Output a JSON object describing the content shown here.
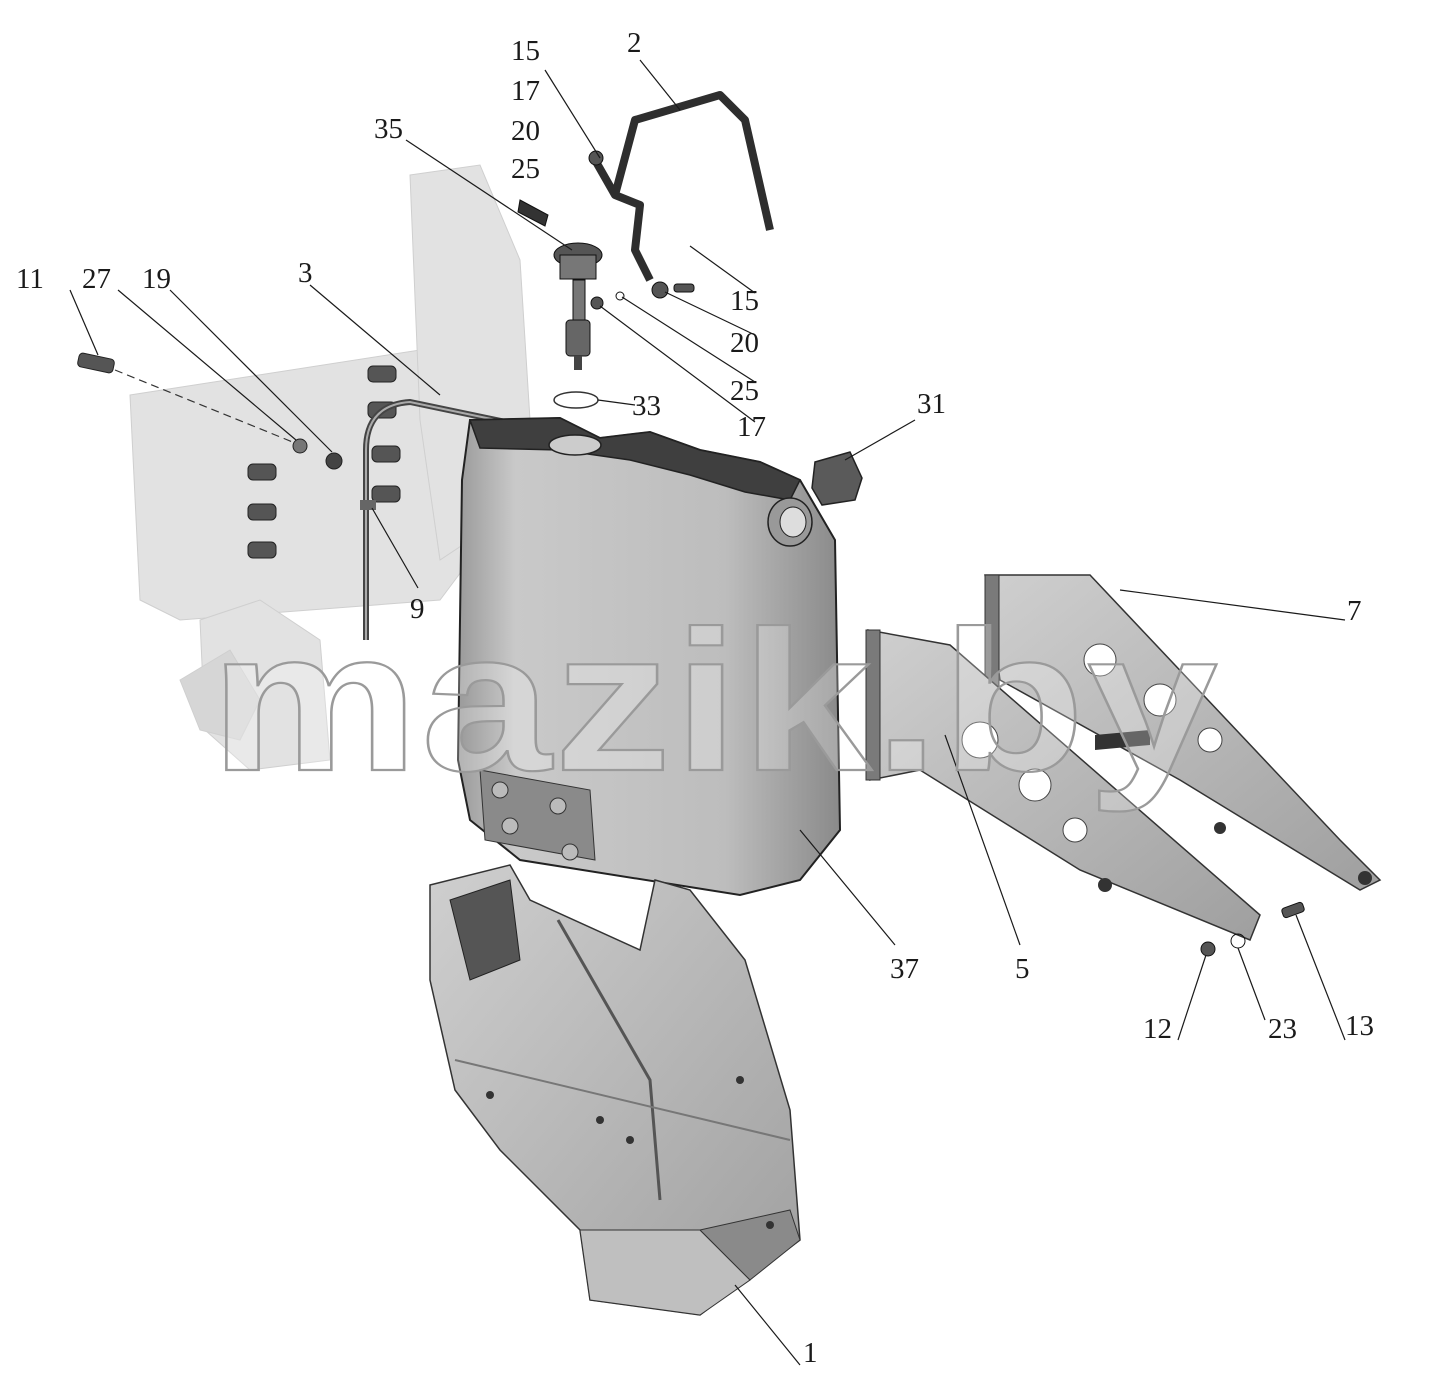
{
  "watermark": "mazik.by",
  "callouts": [
    {
      "id": "c1",
      "text": "1"
    },
    {
      "id": "c2",
      "text": "2"
    },
    {
      "id": "c3",
      "text": "3"
    },
    {
      "id": "c5",
      "text": "5"
    },
    {
      "id": "c7",
      "text": "7"
    },
    {
      "id": "c9",
      "text": "9"
    },
    {
      "id": "c11",
      "text": "11"
    },
    {
      "id": "c12",
      "text": "12"
    },
    {
      "id": "c13",
      "text": "13"
    },
    {
      "id": "c15a",
      "text": "15"
    },
    {
      "id": "c17a",
      "text": "17"
    },
    {
      "id": "c20a",
      "text": "20"
    },
    {
      "id": "c25a",
      "text": "25"
    },
    {
      "id": "c15b",
      "text": "15"
    },
    {
      "id": "c20b",
      "text": "20"
    },
    {
      "id": "c25b",
      "text": "25"
    },
    {
      "id": "c17b",
      "text": "17"
    },
    {
      "id": "c19",
      "text": "19"
    },
    {
      "id": "c23",
      "text": "23"
    },
    {
      "id": "c27",
      "text": "27"
    },
    {
      "id": "c31",
      "text": "31"
    },
    {
      "id": "c33",
      "text": "33"
    },
    {
      "id": "c35",
      "text": "35"
    },
    {
      "id": "c37",
      "text": "37"
    }
  ]
}
